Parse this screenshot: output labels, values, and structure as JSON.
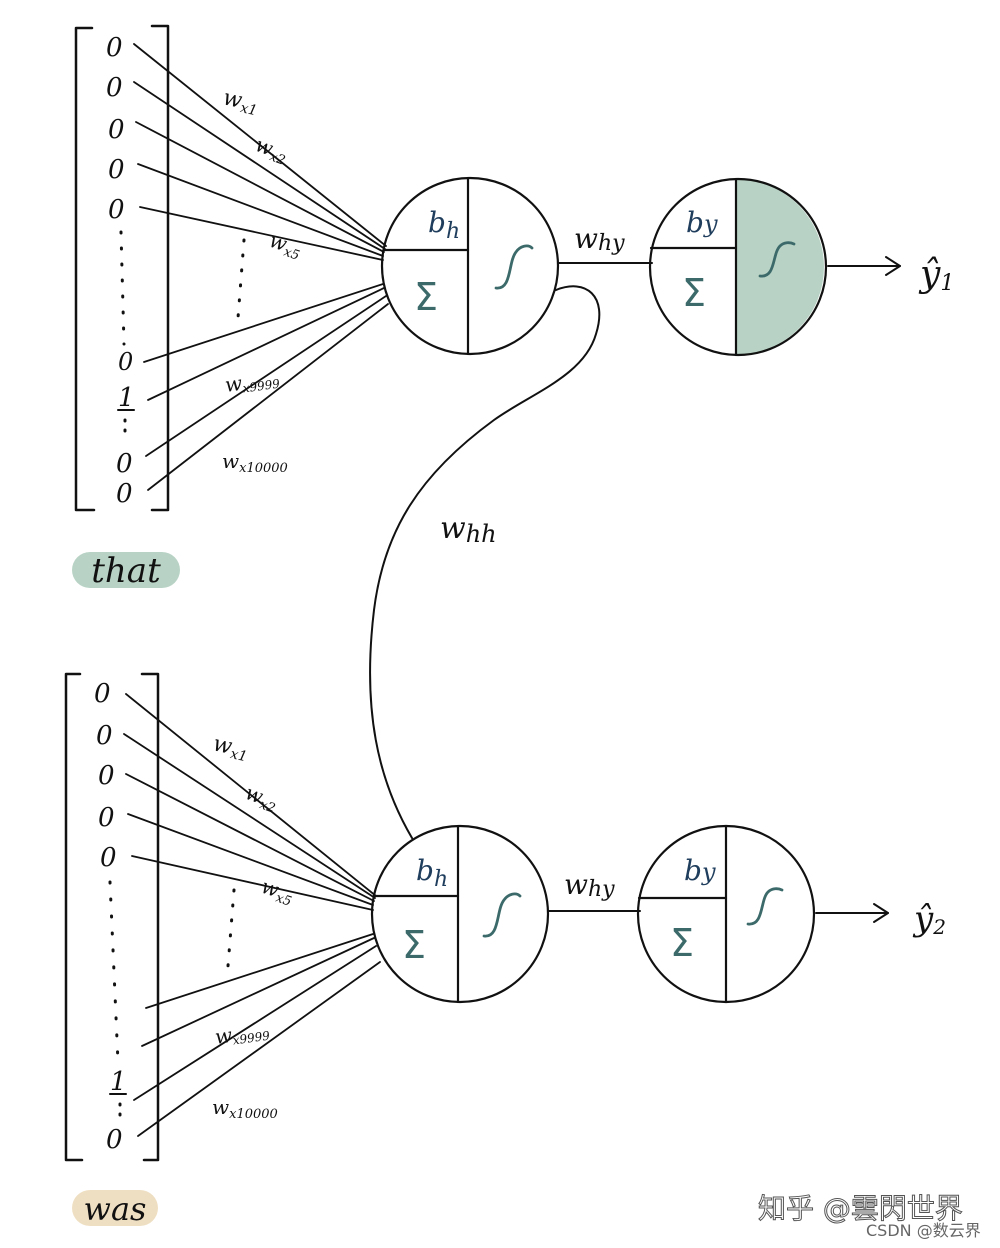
{
  "top": {
    "vector_top": [
      "0",
      "0",
      "0",
      "0",
      "0"
    ],
    "vector_mid": [
      "0",
      "1"
    ],
    "vector_end": [
      "0",
      "0"
    ],
    "weights": [
      "w",
      "x1",
      "w",
      "x2",
      "w",
      "x5",
      "w",
      "x9999",
      "w",
      "x10000"
    ],
    "word": "that",
    "word_color": "#b8d3c5",
    "hidden": {
      "bias": "b",
      "bias_sub": "h",
      "sum": "Σ"
    },
    "w_hy": {
      "main": "w",
      "sub": "hy"
    },
    "output": {
      "bias": "b",
      "bias_sub": "y",
      "sum": "Σ",
      "fill": "#b8d3c5"
    },
    "y_hat": {
      "main": "ŷ",
      "sub": "1"
    }
  },
  "recurrent": {
    "main": "w",
    "sub": "hh"
  },
  "bottom": {
    "vector_top": [
      "0",
      "0",
      "0",
      "0",
      "0"
    ],
    "vector_mid": [
      "1"
    ],
    "vector_end": [
      "0"
    ],
    "weights": [
      "w",
      "x1",
      "w",
      "x2",
      "w",
      "x5",
      "w",
      "x9999",
      "w",
      "x10000"
    ],
    "word": "was",
    "word_color": "#efdfc2",
    "hidden": {
      "bias": "b",
      "bias_sub": "h",
      "sum": "Σ"
    },
    "w_hy": {
      "main": "w",
      "sub": "hy"
    },
    "output": {
      "bias": "b",
      "bias_sub": "y",
      "sum": "Σ",
      "fill": "#ffffff"
    },
    "y_hat": {
      "main": "ŷ",
      "sub": "2"
    }
  },
  "watermark": {
    "line1": "知乎 @雲閃世界",
    "line2": "CSDN @数云界"
  },
  "colors": {
    "teal_text": "#3c6a6a",
    "navy_text": "#1f3d5c",
    "ink": "#111111"
  }
}
